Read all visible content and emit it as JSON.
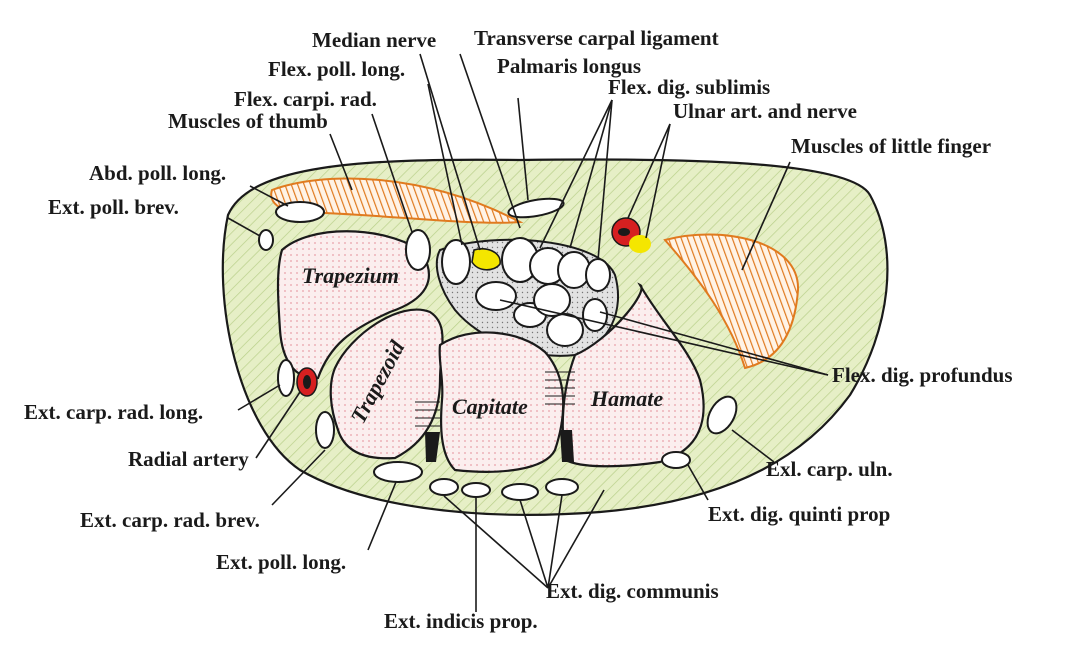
{
  "labels": {
    "median_nerve": "Median nerve",
    "transverse_carpal_ligament": "Transverse carpal ligament",
    "flex_poll_long": "Flex. poll. long.",
    "palmaris_longus": "Palmaris longus",
    "flex_carpi_rad": "Flex. carpi. rad.",
    "flex_dig_sublimis": "Flex. dig. sublimis",
    "ulnar_art_nerve": "Ulnar art. and nerve",
    "muscles_of_thumb": "Muscles of thumb",
    "muscles_little_finger": "Muscles of little finger",
    "abd_poll_long": "Abd. poll. long.",
    "ext_poll_brev": "Ext. poll. brev.",
    "flex_dig_profundus": "Flex. dig. profundus",
    "ext_carp_rad_long": "Ext. carp. rad. long.",
    "radial_artery": "Radial artery",
    "exl_carp_uln": "Exl. carp. uln.",
    "ext_carp_rad_brev": "Ext. carp. rad. brev.",
    "ext_dig_quinti_prop": "Ext. dig. quinti prop",
    "ext_poll_long": "Ext. poll. long.",
    "ext_dig_communis": "Ext. dig. communis",
    "ext_indicis_prop": "Ext. indicis prop."
  },
  "bones": {
    "trapezium": "Trapezium",
    "trapezoid": "Trapezoid",
    "capitate": "Capitate",
    "hamate": "Hamate"
  },
  "colors": {
    "background_tissue": "#e6efc6",
    "hatch": "#b9d08a",
    "bone_dots": "#e8a0a8",
    "bone_fill": "#fbeeee",
    "muscle": "#e07a1f",
    "artery": "#d62020",
    "nerve": "#f4e600",
    "tunnel": "#c9c9c9"
  }
}
